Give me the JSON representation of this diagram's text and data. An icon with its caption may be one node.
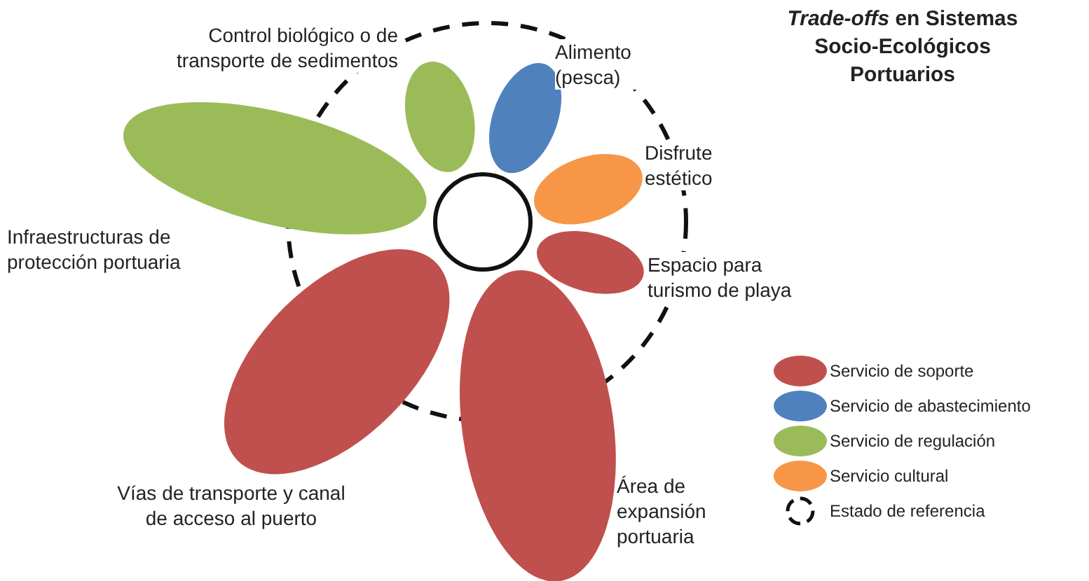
{
  "diagram": {
    "title": "*Trade-offs* en Sistemas Socio-Ecológicos Portuarios",
    "nodes": [
      {
        "text": [],
        "shape": "circle"
      },
      {
        "text": [],
        "shape": "circle",
        "in": 0
      },
      {
        "text": [],
        "shape": "ellipse",
        "in": 0,
        "beside": [
          "Control biológico o de transporte de sedimentos"
        ]
      },
      {
        "text": [],
        "shape": "ellipse",
        "in": 0,
        "beside": [
          "Alimento (pesca)"
        ]
      },
      {
        "text": [],
        "shape": "ellipse",
        "in": 0,
        "beside": [
          "Disfrute estético"
        ]
      },
      {
        "text": [],
        "shape": "ellipse",
        "in": 0,
        "beside": [
          "Espacio para turismo de playa"
        ]
      },
      {
        "text": [],
        "shape": "ellipse",
        "beside": [
          "Área de expansión portuaria"
        ]
      },
      {
        "text": [],
        "shape": "ellipse",
        "beside": [
          "Vías de transporte y canal de acceso al puerto"
        ]
      },
      {
        "text": [],
        "shape": "ellipse",
        "beside": [
          "Infraestructuras de protección portuaria"
        ]
      }
    ],
    "edges": [],
    "legend": [
      {
        "text": "Servicio de soporte",
        "color": "#c0504d"
      },
      {
        "text": "Servicio de abastecimiento",
        "color": "#4f81bd"
      },
      {
        "text": "Servicio de regulación",
        "color": "#9bbb59"
      },
      {
        "text": "Servicio cultural",
        "color": "#f79646"
      },
      {
        "text": "Estado de referencia"
      }
    ]
  }
}
